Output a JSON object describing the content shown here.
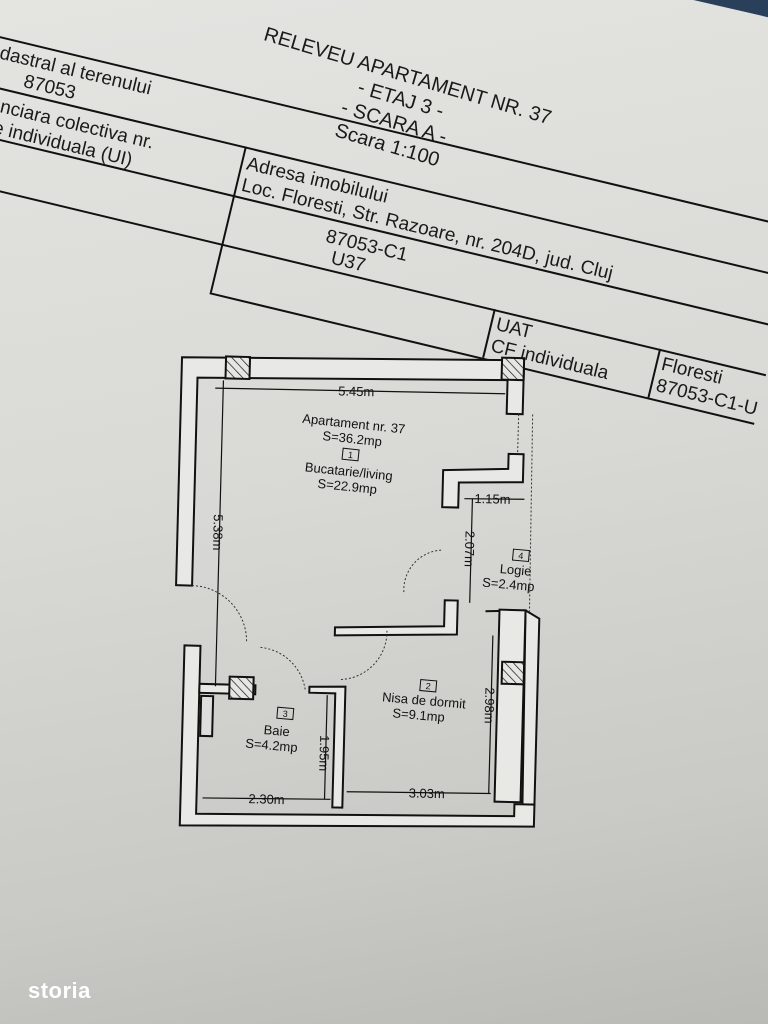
{
  "title": {
    "line1": "RELEVEU APARTAMENT NR. 37",
    "line2": "- ETAJ 3 -",
    "line3": "- SCARA A -",
    "line4": "Scara 1:100"
  },
  "table": {
    "nr_cadastral_label": "cadastral al terenului",
    "nr_cadastral_value": "87053",
    "adresa_label": "Adresa imobilului",
    "adresa_value": "Loc. Floresti, Str. Razoare, nr. 204D, jud. Cluj",
    "cf_colectiva_label": "a Funciara colectiva nr.",
    "cf_colectiva_value": "87053-C1",
    "ui_label": "nitate individuala (UI)",
    "ui_value": "U37",
    "uat_label": "UAT",
    "uat_value": "Floresti",
    "cf_individuala_label": "CF individuala",
    "cf_individuala_value": "87053-C1-U"
  },
  "plan": {
    "apartment": "Apartament nr. 37",
    "apartment_area": "S=36.2mp",
    "rooms": [
      {
        "number": "1",
        "name": "Bucatarie/living",
        "area": "S=22.9mp"
      },
      {
        "number": "2",
        "name": "Nisa de dormit",
        "area": "S=9.1mp"
      },
      {
        "number": "3",
        "name": "Baie",
        "area": "S=4.2mp"
      },
      {
        "number": "4",
        "name": "Logie",
        "area": "S=2.4mp"
      }
    ],
    "dimensions": {
      "top": "5.45m",
      "left": "5.38m",
      "logia_width": "1.15m",
      "logia_height": "2.07m",
      "bedroom_height": "2.98m",
      "bedroom_width": "3.03m",
      "bath_width": "2.30m",
      "bath_height": "1.95m"
    }
  },
  "watermark": "storia"
}
